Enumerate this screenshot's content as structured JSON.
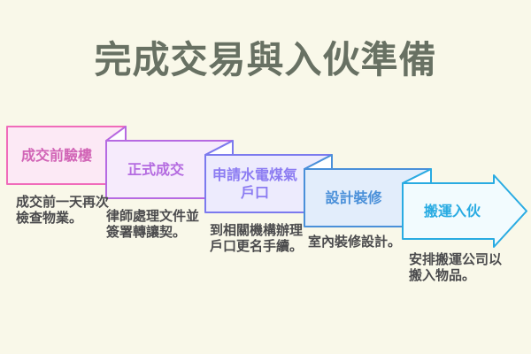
{
  "title": "完成交易與入伙準備",
  "theme": {
    "background_color": "#f9f8e9",
    "title_color": "#687163",
    "description_color": "#4b4b4d",
    "fold_fill_color": "#ffffff"
  },
  "diagram_type": "horizontal step ribbon, 5 folded panels descending left to right, last panel is a right arrow",
  "steps": [
    {
      "index": 1,
      "title": "成交前驗樓",
      "title_lines": [
        "成交前驗樓"
      ],
      "description": "成交前一天再次檢查物業。",
      "description_lines": [
        "成交前一天再次",
        "檢查物業。"
      ],
      "shape": "folded-panel",
      "fill_color": "#fce9f5",
      "border_color": "#f06cba",
      "text_color": "#d164b6"
    },
    {
      "index": 2,
      "title": "正式成交",
      "title_lines": [
        "正式成交"
      ],
      "description": "律師處理文件並簽署轉讓契。",
      "description_lines": [
        "律師處理文件並",
        "簽署轉讓契。"
      ],
      "shape": "folded-panel",
      "fill_color": "#f6ebfc",
      "border_color": "#b66ae2",
      "text_color": "#b46be0"
    },
    {
      "index": 3,
      "title": "申請水電煤氣戶口",
      "title_lines": [
        "申請水電煤氣",
        "戶口"
      ],
      "description": "到相關機構辦理戶口更名手續。",
      "description_lines": [
        "到相關機構辦理",
        "戶口更名手續。"
      ],
      "shape": "folded-panel",
      "fill_color": "#edebfd",
      "border_color": "#7c7aee",
      "text_color": "#8c7cf2"
    },
    {
      "index": 4,
      "title": "設計裝修",
      "title_lines": [
        "設計裝修"
      ],
      "description": "室內裝修設計。",
      "description_lines": [
        "室內裝修設計。"
      ],
      "shape": "folded-panel",
      "fill_color": "#e2edfb",
      "border_color": "#4a90d9",
      "text_color": "#4a90d9"
    },
    {
      "index": 5,
      "title": "搬運入伙",
      "title_lines": [
        "搬運入伙"
      ],
      "description": "安排搬運公司以搬入物品。",
      "description_lines": [
        "安排搬運公司以",
        "搬入物品。"
      ],
      "shape": "arrow-right",
      "fill_color": "#f2fbfe",
      "border_color": "#29abe2",
      "text_color": "#29abe2"
    }
  ]
}
